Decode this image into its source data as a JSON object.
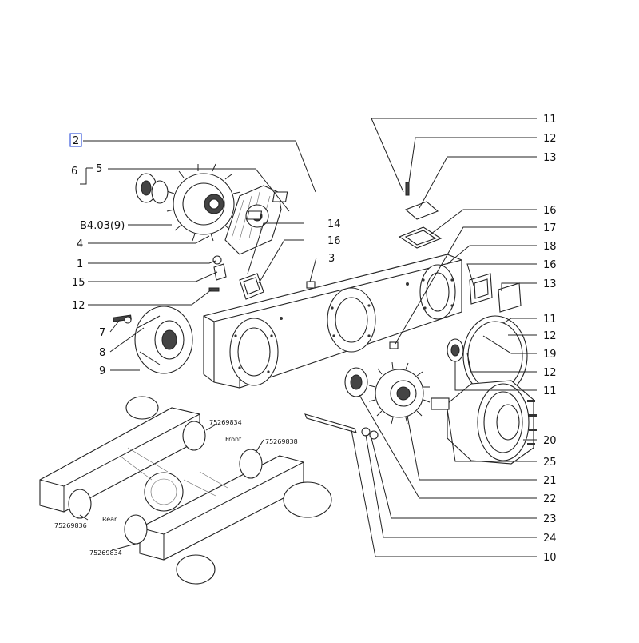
{
  "diagram": {
    "highlighted_callout": "2",
    "callouts_left": [
      "6",
      "5",
      "B4.03(9)",
      "4",
      "14",
      "16",
      "1",
      "15",
      "3",
      "12",
      "7",
      "8",
      "9"
    ],
    "callouts_right": [
      "11",
      "12",
      "13",
      "16",
      "17",
      "18",
      "16",
      "13",
      "11",
      "12",
      "19",
      "12",
      "11",
      "20",
      "25",
      "21",
      "22",
      "23",
      "24",
      "10"
    ],
    "inset_labels": {
      "ref_a": "75269834",
      "front": "Front",
      "ref_b": "75269838",
      "ref_c": "75269836",
      "rear": "Rear",
      "ref_d": "75269834"
    },
    "colors": {
      "line": "#222222",
      "highlight": "#3b5bdb"
    }
  }
}
